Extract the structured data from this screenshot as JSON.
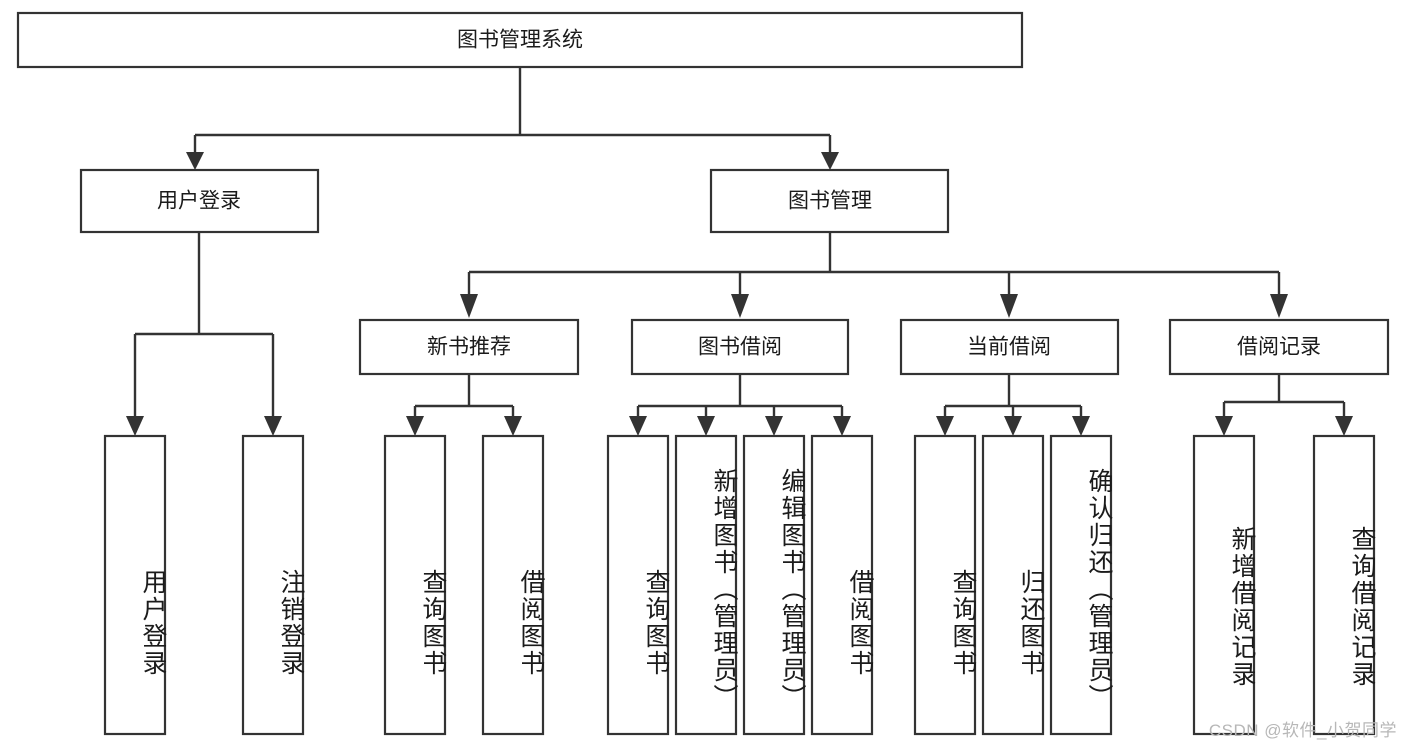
{
  "diagram": {
    "type": "hierarchy-tree",
    "title": "图书管理系统",
    "root": {
      "id": "root",
      "label": "图书管理系统"
    },
    "level2": [
      {
        "id": "user-login",
        "label": "用户登录"
      },
      {
        "id": "book-manage",
        "label": "图书管理"
      }
    ],
    "level3": [
      {
        "id": "new-book-recommend",
        "label": "新书推荐",
        "parent": "book-manage"
      },
      {
        "id": "book-borrow",
        "label": "图书借阅",
        "parent": "book-manage"
      },
      {
        "id": "current-borrow",
        "label": "当前借阅",
        "parent": "book-manage"
      },
      {
        "id": "borrow-record",
        "label": "借阅记录",
        "parent": "book-manage"
      }
    ],
    "leaves": [
      {
        "id": "leaf-user-login",
        "label": "用户登录",
        "parent": "user-login"
      },
      {
        "id": "leaf-logout-login",
        "label": "注销登录",
        "parent": "user-login"
      },
      {
        "id": "leaf-query-book-1",
        "label": "查询图书",
        "parent": "new-book-recommend"
      },
      {
        "id": "leaf-borrow-book-1",
        "label": "借阅图书",
        "parent": "new-book-recommend"
      },
      {
        "id": "leaf-query-book-2",
        "label": "查询图书",
        "parent": "book-borrow"
      },
      {
        "id": "leaf-add-book",
        "label": "新增图书（管理员）",
        "parent": "book-borrow"
      },
      {
        "id": "leaf-edit-book",
        "label": "编辑图书（管理员）",
        "parent": "book-borrow"
      },
      {
        "id": "leaf-borrow-book-2",
        "label": "借阅图书",
        "parent": "book-borrow"
      },
      {
        "id": "leaf-query-book-3",
        "label": "查询图书",
        "parent": "current-borrow"
      },
      {
        "id": "leaf-return-book",
        "label": "归还图书",
        "parent": "current-borrow"
      },
      {
        "id": "leaf-confirm-return",
        "label": "确认归还（管理员）",
        "parent": "current-borrow"
      },
      {
        "id": "leaf-add-record",
        "label": "新增借阅记录",
        "parent": "borrow-record"
      },
      {
        "id": "leaf-query-record",
        "label": "查询借阅记录",
        "parent": "borrow-record"
      }
    ],
    "colors": {
      "box_fill": "#ffffff",
      "box_stroke": "#333333",
      "text": "#1b1b1b",
      "background": "#ffffff",
      "watermark": "#b7b7b7"
    }
  },
  "watermark": {
    "text": "CSDN @软件_小贺同学"
  }
}
